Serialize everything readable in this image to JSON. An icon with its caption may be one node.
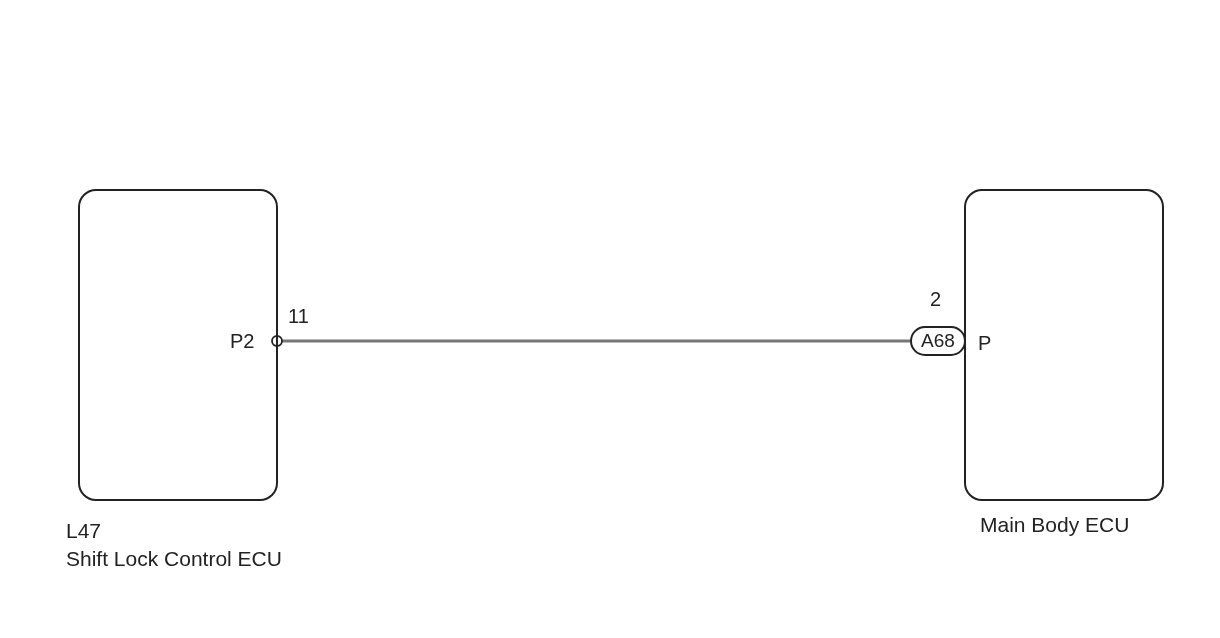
{
  "diagram": {
    "nodes": [
      {
        "text": [
          "L47",
          "Shift Lock Control ECU"
        ]
      },
      {
        "text": [
          "A68"
        ]
      },
      {
        "text": [
          "Main Body ECU"
        ]
      }
    ],
    "edges": [
      {
        "from": 0,
        "to": 1,
        "arrow": "other"
      }
    ],
    "labels": [
      "2",
      "11",
      "P2",
      "P"
    ]
  }
}
